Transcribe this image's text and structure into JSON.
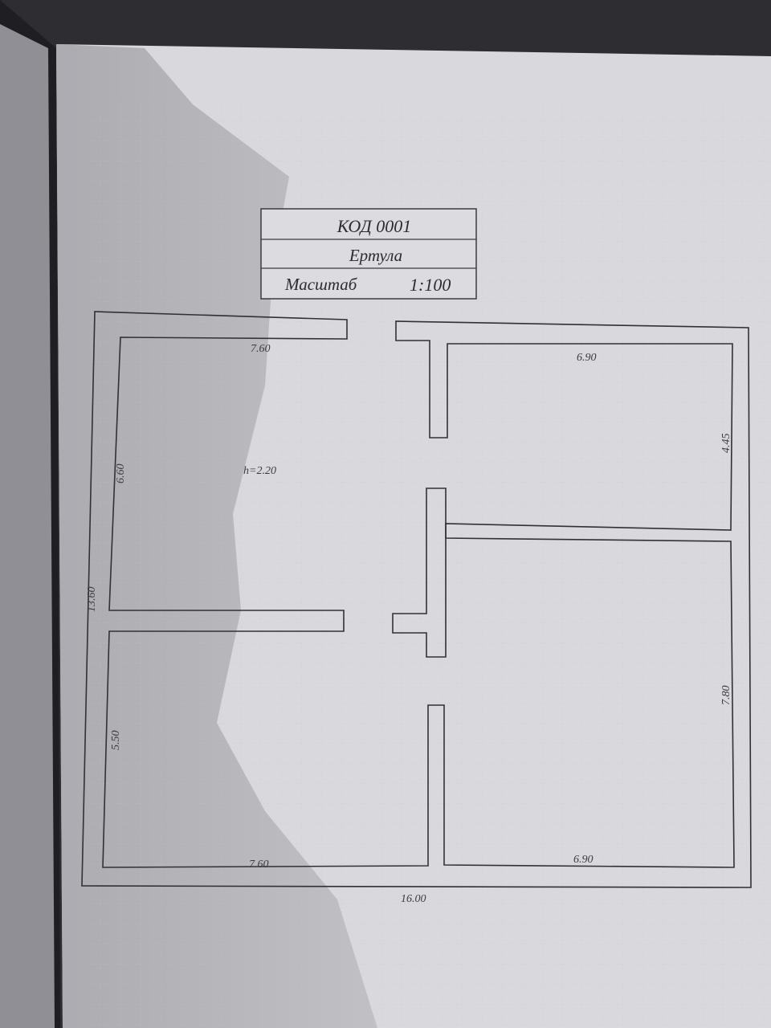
{
  "stamp": {
    "code": "КОД 0001",
    "name": "Ертула",
    "scale_label": "Масштаб",
    "scale_value": "1:100"
  },
  "dimensions": {
    "top_left_width": "7.60",
    "top_right_width": "6.90",
    "right_upper_height": "4.45",
    "left_upper_height": "6.60",
    "ceiling_height": "h=2.20",
    "overall_height": "13.60",
    "left_lower_height": "5.50",
    "right_lower_height": "7.80",
    "bottom_left_width": "7.60",
    "bottom_right_width": "6.90",
    "overall_width": "16.00"
  },
  "colors": {
    "paper": "#d9d9dd",
    "paper_shadow": "#a9a9ae",
    "ink": "#303036",
    "background": "#2e2d31"
  }
}
